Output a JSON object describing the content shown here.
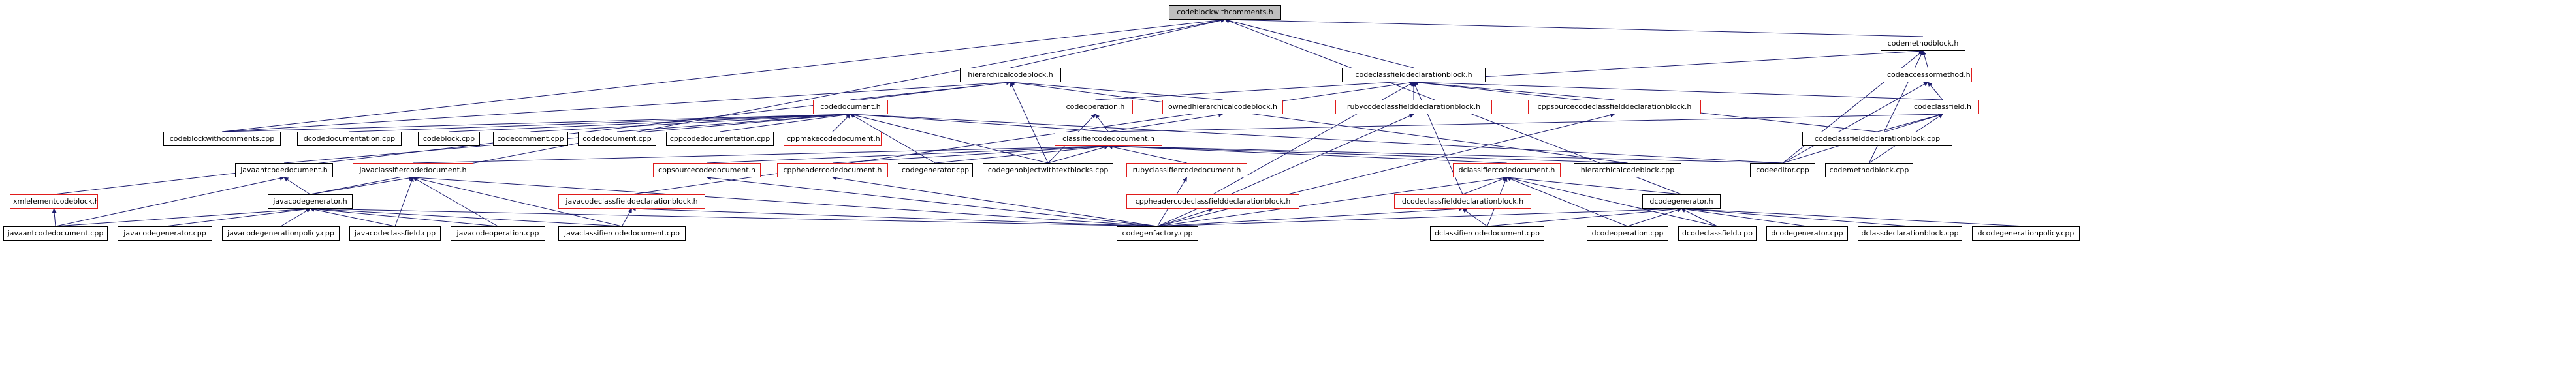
{
  "colors": {
    "edge": "#1c1c6e",
    "border_black": "#000000",
    "border_red": "#e01c1c",
    "root_fill": "#bfbfbf"
  },
  "nodes": {
    "root": "codeblockwithcomments.h",
    "codemethodblock_h": "codemethodblock.h",
    "hierarchicalcodeblock_h": "hierarchicalcodeblock.h",
    "codeclassfielddeclarationblock_h": "codeclassfielddeclarationblock.h",
    "codeaccessormethod_h": "codeaccessormethod.h",
    "codedocument_h": "codedocument.h",
    "codeoperation_h": "codeoperation.h",
    "ownedhierarchicalcodeblock_h": "ownedhierarchicalcodeblock.h",
    "rubycodeclassfielddeclarationblock_h": "rubycodeclassfielddeclarationblock.h",
    "cppsourcecodeclassfielddeclarationblock_h": "cppsourcecodeclassfielddeclarationblock.h",
    "codeclassfield_h": "codeclassfield.h",
    "codeblockwithcomments_cpp": "codeblockwithcomments.cpp",
    "dcodedocumentation_cpp": "dcodedocumentation.cpp",
    "codeblock_cpp": "codeblock.cpp",
    "codecomment_cpp": "codecomment.cpp",
    "codedocument_cpp": "codedocument.cpp",
    "cppcodedocumentation_cpp": "cppcodedocumentation.cpp",
    "cppmakecodedocument_h": "cppmakecodedocument.h",
    "classifiercodedocument_h": "classifiercodedocument.h",
    "codeclassfielddeclarationblock_cpp": "codeclassfielddeclarationblock.cpp",
    "javaantcodedocument_h": "javaantcodedocument.h",
    "javaclassifiercodedocument_h": "javaclassifiercodedocument.h",
    "cppsourcecodedocument_h": "cppsourcecodedocument.h",
    "cppheadercodedocument_h": "cppheadercodedocument.h",
    "codegenerator_cpp": "codegenerator.cpp",
    "codegenobjectwithtextblocks_cpp": "codegenobjectwithtextblocks.cpp",
    "rubyclassifiercodedocument_h": "rubyclassifiercodedocument.h",
    "dclassifiercodedocument_h": "dclassifiercodedocument.h",
    "hierarchicalcodeblock_cpp": "hierarchicalcodeblock.cpp",
    "codeeditor_cpp": "codeeditor.cpp",
    "codemethodblock_cpp": "codemethodblock.cpp",
    "xmlelementcodeblock_h": "xmlelementcodeblock.h",
    "javacodegenerator_h": "javacodegenerator.h",
    "javacodeclassfielddeclarationblock_h": "javacodeclassfielddeclarationblock.h",
    "cppheadercodeclassfielddeclarationblock_h": "cppheadercodeclassfielddeclarationblock.h",
    "dcodeclassfielddeclarationblock_h": "dcodeclassfielddeclarationblock.h",
    "dcodegenerator_h": "dcodegenerator.h",
    "javaantcodedocument_cpp": "javaantcodedocument.cpp",
    "javacodegenerator_cpp": "javacodegenerator.cpp",
    "javacodegenerationpolicy_cpp": "javacodegenerationpolicy.cpp",
    "javacodeclassfield_cpp": "javacodeclassfield.cpp",
    "javacodeoperation_cpp": "javacodeoperation.cpp",
    "javaclassifiercodedocument_cpp": "javaclassifiercodedocument.cpp",
    "codegenfactory_cpp": "codegenfactory.cpp",
    "dclassifiercodedocument_cpp": "dclassifiercodedocument.cpp",
    "dcodeoperation_cpp": "dcodeoperation.cpp",
    "dcodeclassfield_cpp": "dcodeclassfield.cpp",
    "dcodegenerator_cpp": "dcodegenerator.cpp",
    "dclassdeclarationblock_cpp": "dclassdeclarationblock.cpp",
    "dcodegenerationpolicy_cpp": "dcodegenerationpolicy.cpp"
  }
}
